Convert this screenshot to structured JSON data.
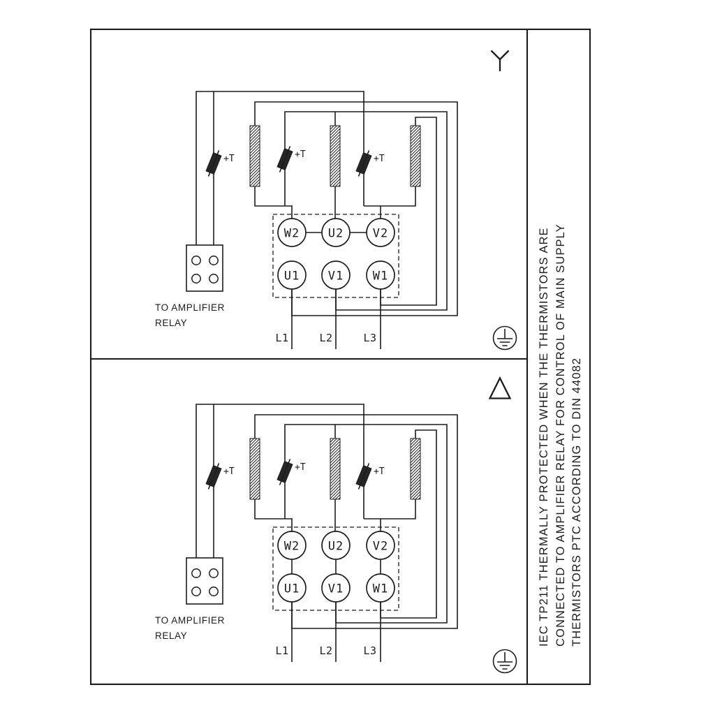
{
  "colors": {
    "ink": "#1c1c1c",
    "background": "#ffffff"
  },
  "star_panel": {
    "connection_symbol": "star",
    "terminals_top": [
      "W2",
      "U2",
      "V2"
    ],
    "terminals_bottom": [
      "U1",
      "V1",
      "W1"
    ],
    "supply_labels": [
      "L1",
      "L2",
      "L3"
    ],
    "thermistor_label": "+T",
    "relay_label_line1": "TO AMPLIFIER",
    "relay_label_line2": "RELAY"
  },
  "delta_panel": {
    "connection_symbol": "delta",
    "terminals_top": [
      "W2",
      "U2",
      "V2"
    ],
    "terminals_bottom": [
      "U1",
      "V1",
      "W1"
    ],
    "supply_labels": [
      "L1",
      "L2",
      "L3"
    ],
    "thermistor_label": "+T",
    "relay_label_line1": "TO AMPLIFIER",
    "relay_label_line2": "RELAY"
  },
  "side_note": {
    "line1": "IEC TP211 THERMALLY PROTECTED WHEN THE THERMISTORS ARE",
    "line2": "CONNECTED TO AMPLIFIER RELAY FOR CONTROL OF MAIN SUPPLY",
    "line3": "THERMISTORS PTC ACCORDING TO DIN 44082"
  }
}
